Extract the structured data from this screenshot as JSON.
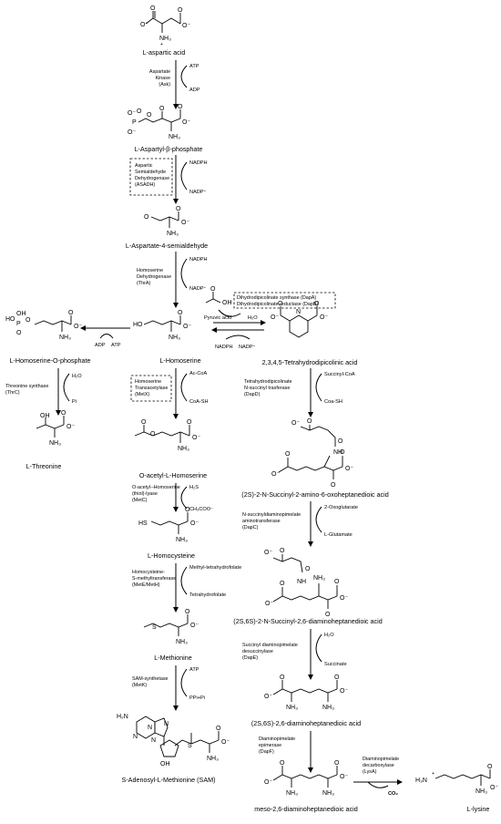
{
  "compounds": {
    "aspartic_acid": "L-aspartic acid",
    "aspartyl_phosphate": "L-Aspartyl-β-phosphate",
    "aspartate_semialdehyde": "L-Aspartate-4-semialdehyde",
    "homoserine": "L-Homoserine",
    "homoserine_phosphate": "L-Homoserine-O-phosphate",
    "threonine": "L-Threonine",
    "acetyl_homoserine": "O-acetyl-L-Homoserine",
    "homocysteine": "L-Homocysteine",
    "methionine": "L-Methionine",
    "sam": "S-Adenosyl-L-Methionine (SAM)",
    "thdp": "2,3,4,5-Tetrahydrodipicolinic acid",
    "succinyl_amino_oxo": "(2S)-2-N-Succinyl-2-amino-6-oxoheptanedioic acid",
    "succinyl_dap": "(2S,6S)-2-N-Succinyl-2,6-diaminoheptanedioic acid",
    "ll_dap": "(2S,6S)-2,6-diaminoheptanedioic acid",
    "meso_dap": "meso-2,6-diaminoheptanedioic acid",
    "lysine": "L-lysine"
  },
  "enzymes": {
    "ask": [
      "Aspartate",
      "Kinase",
      "(Ask)"
    ],
    "asadh": [
      "Aspartic",
      "Semialdehyde",
      "Dehydrogenase",
      "(ASADH)"
    ],
    "thra": [
      "Homoserine",
      "Dehydrogenase",
      "(ThrA)"
    ],
    "dapa_dapb": [
      "Dihydrodipicolinate synthase (DapA)",
      "Dihydrodipicolinate reductase (DapB)"
    ],
    "thrc": [
      "Threonine synthase",
      "(ThrC)"
    ],
    "metx": [
      "Homoserine",
      "Transacetylase",
      "(MetX)"
    ],
    "metc": [
      "O-acetyl--Homoserine",
      "(thiol)-lyase",
      "(MetC)"
    ],
    "mete": [
      "Homocysteine-",
      "S-methyltransferase",
      "(MetE/MetH)"
    ],
    "metk": [
      "SAM-synthetase",
      "(MetK)"
    ],
    "dapd": [
      "Tetrahydrodipicolinate",
      "N-succinyl trasferase",
      "(DapD)"
    ],
    "dapc": [
      "N-succinyldiaminopimelate",
      "aminotransferase",
      "(DapC)"
    ],
    "dape": [
      "Succinyl diaminopimelate",
      "desuccinylase",
      "(DapE)"
    ],
    "dapf": [
      "Diaminopimelate",
      "epimerase",
      "(DapF)"
    ],
    "lysa": [
      "Diaminopimelate",
      "decarboxylase",
      "(LysA)"
    ]
  },
  "cofactors": {
    "atp1": "ATP",
    "adp1": "ADP",
    "nadph1": "NADPH",
    "nadp1": "NADP⁺",
    "nadph2": "NADPH",
    "nadp2": "NADP⁺",
    "pyruvic": "Pyruvic acid",
    "h2o1": "H₂O",
    "nadph3": "NADPH",
    "nadp3": "NADP⁺",
    "adp2": "ADP",
    "atp2": "ATP",
    "h2o2": "H₂O",
    "pi1": "Pi",
    "acoa": "Ac-CoA",
    "coash": "CoA-SH",
    "h2s": "H₂S",
    "acetate": "CH₃COO⁻",
    "methylthf": "Methyl-tetrahydrofolate",
    "thf": "Tetrahydrofolate",
    "atp3": "ATP",
    "pppi": "PPi+Pi",
    "succoa": "Succinyl-CoA",
    "coash2": "Coa-SH",
    "oxoglut": "2-Oxoglutarate",
    "glut": "L-Glutamate",
    "h2o3": "H₂O",
    "succinate": "Succinate",
    "co2": "CO₂"
  },
  "atoms": {
    "O": "O",
    "Om": "O⁻",
    "NH3": "NH₃",
    "plus": "+",
    "minus": "−",
    "OH": "OH",
    "HO": "HO",
    "P": "P",
    "OOH": "OH",
    "HS": "HS",
    "S": "S",
    "H2N": "H₂N",
    "N": "N",
    "NH": "NH",
    "H3N": "H₃N"
  }
}
